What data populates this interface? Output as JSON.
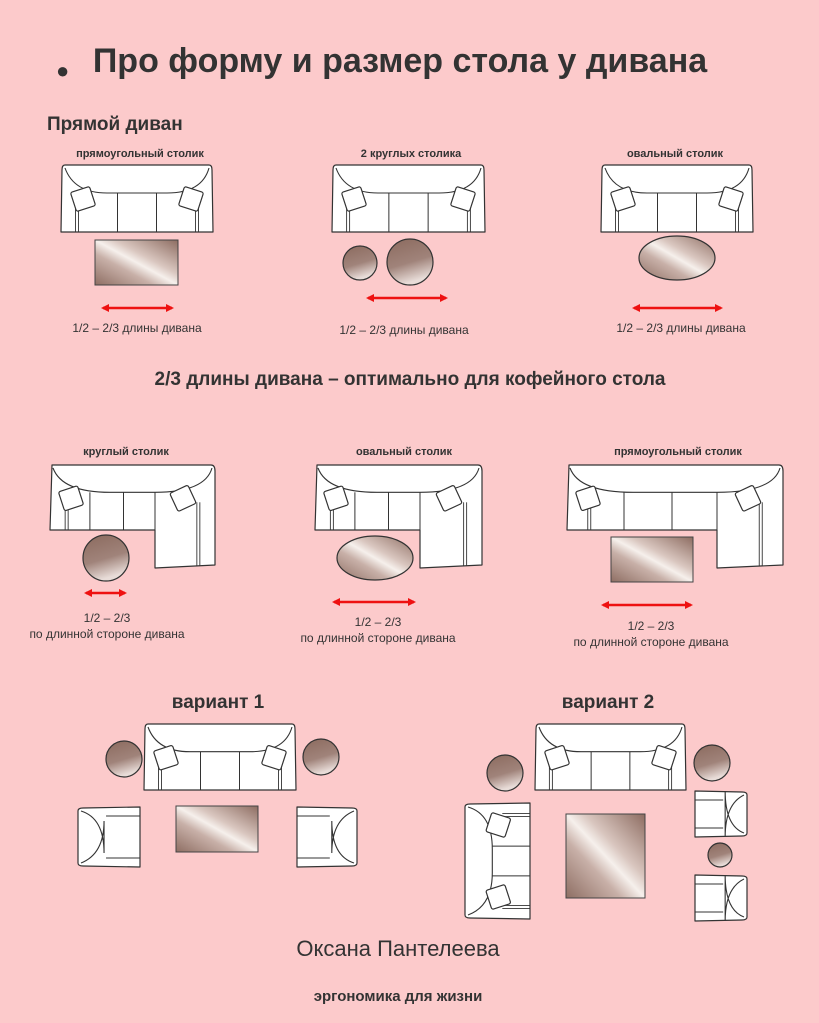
{
  "title": "Про форму и размер стола у дивана",
  "section_straight": "Прямой диван",
  "straight": [
    {
      "label": "прямоугольный столик",
      "caption": "1/2 – 2/3 длины дивана"
    },
    {
      "label": "2 круглых столика",
      "caption": "1/2 – 2/3 длины дивана"
    },
    {
      "label": "овальный столик",
      "caption": "1/2 – 2/3 длины дивана"
    }
  ],
  "optimal_note": "2/3 длины дивана – оптимально для кофейного стола",
  "corner": [
    {
      "label": "круглый столик",
      "caption1": "1/2 – 2/3",
      "caption2": "по длинной стороне дивана"
    },
    {
      "label": "овальный столик",
      "caption1": "1/2 – 2/3",
      "caption2": "по длинной стороне дивана"
    },
    {
      "label": "прямоугольный столик",
      "caption1": "1/2 – 2/3",
      "caption2": "по длинной стороне дивана"
    }
  ],
  "variant1": "вариант 1",
  "variant2": "вариант 2",
  "author": "Оксана Пантелеева",
  "tagline": "эргономика для жизни",
  "colors": {
    "background": "#fccacb",
    "arrow": "#ee1111",
    "outline": "#333333"
  }
}
